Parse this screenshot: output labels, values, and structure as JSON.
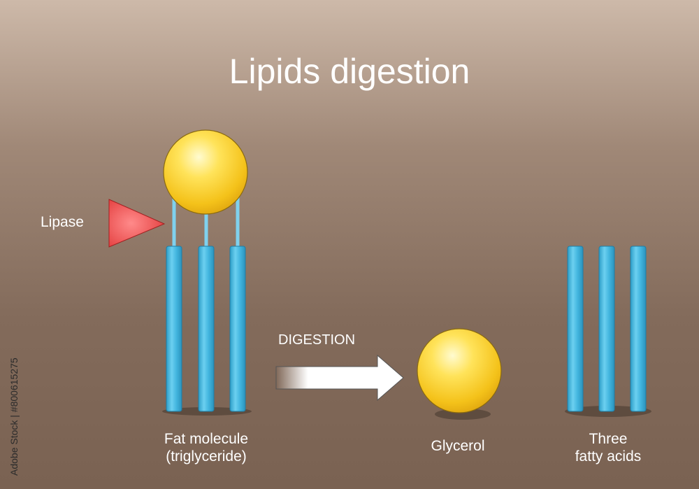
{
  "title": "Lipids digestion",
  "labels": {
    "lipase": "Lipase",
    "digestion": "DIGESTION",
    "fat_molecule_line1": "Fat molecule",
    "fat_molecule_line2": "(triglyceride)",
    "glycerol": "Glycerol",
    "fatty_acids_line1": "Three",
    "fatty_acids_line2": "fatty acids"
  },
  "credit": "Adobe Stock | #800615275",
  "colors": {
    "background_top": "#cdb9a9",
    "background_bottom": "#7a6252",
    "glycerol_yellow": "#f5c51a",
    "fatty_acid_blue": "#3fb3dc",
    "lipase_red": "#e84545",
    "text": "#ffffff"
  },
  "icons": [
    "glycerol-sphere",
    "fatty-acid-rod",
    "lipase-triangle",
    "digestion-arrow"
  ]
}
